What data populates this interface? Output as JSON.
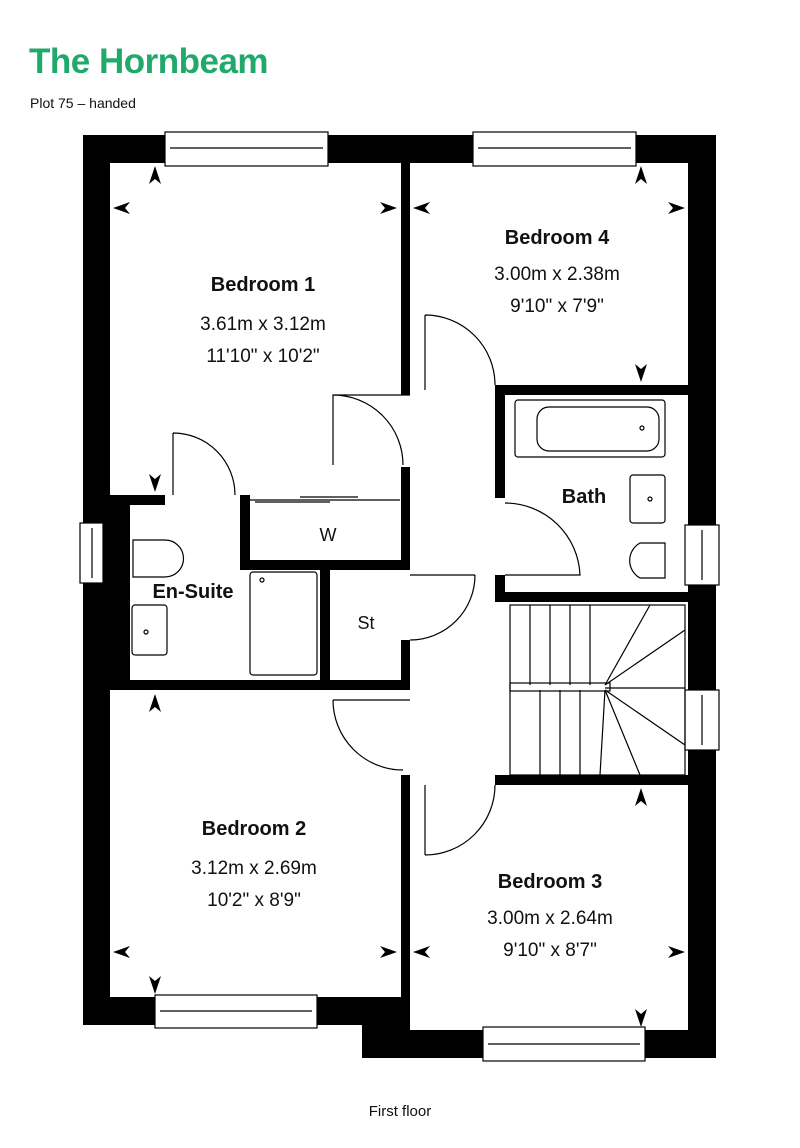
{
  "header": {
    "title": "The Hornbeam",
    "subtitle": "Plot 75 – handed",
    "accent_color": "#20a96b"
  },
  "rooms": {
    "bedroom1": {
      "name": "Bedroom 1",
      "metric": "3.61m x 3.12m",
      "imperial": "11'10\" x 10'2\""
    },
    "bedroom2": {
      "name": "Bedroom 2",
      "metric": "3.12m x 2.69m",
      "imperial": "10'2\" x 8'9\""
    },
    "bedroom3": {
      "name": "Bedroom 3",
      "metric": "3.00m x 2.64m",
      "imperial": "9'10\" x 8'7\""
    },
    "bedroom4": {
      "name": "Bedroom 4",
      "metric": "3.00m x 2.38m",
      "imperial": "9'10\" x 7'9\""
    },
    "bath": {
      "name": "Bath"
    },
    "ensuite": {
      "name": "En-Suite"
    },
    "wardrobe": {
      "name": "W"
    },
    "store": {
      "name": "St"
    }
  },
  "footer": {
    "floor_label": "First floor"
  }
}
